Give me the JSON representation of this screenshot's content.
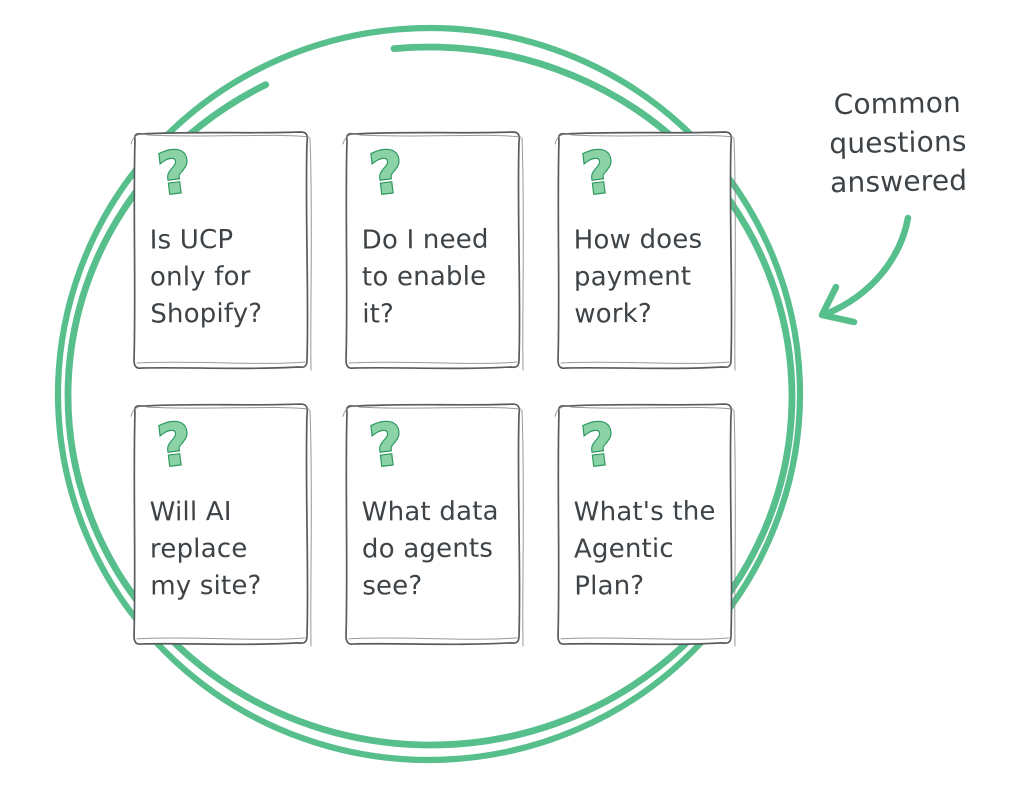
{
  "heading": {
    "text": "Common\nquestions\nanswered"
  },
  "cards": [
    {
      "text": "Is UCP\nonly for\nShopify?"
    },
    {
      "text": "Do I need\nto enable\nit?"
    },
    {
      "text": "How does\npayment\nwork?"
    },
    {
      "text": "Will AI\nreplace\nmy site?"
    },
    {
      "text": "What data\ndo agents\nsee?"
    },
    {
      "text": "What's the\nAgentic\nPlan?"
    }
  ],
  "icons": {
    "question_mark": "?",
    "arrow": "curved-arrow-down-left"
  },
  "colors": {
    "accent_green": "#57BF8B",
    "qmark_fill": "#8BD3A6",
    "qmark_outline": "#2E9861",
    "ink": "#3E4347",
    "card_border": "#595C5E"
  }
}
